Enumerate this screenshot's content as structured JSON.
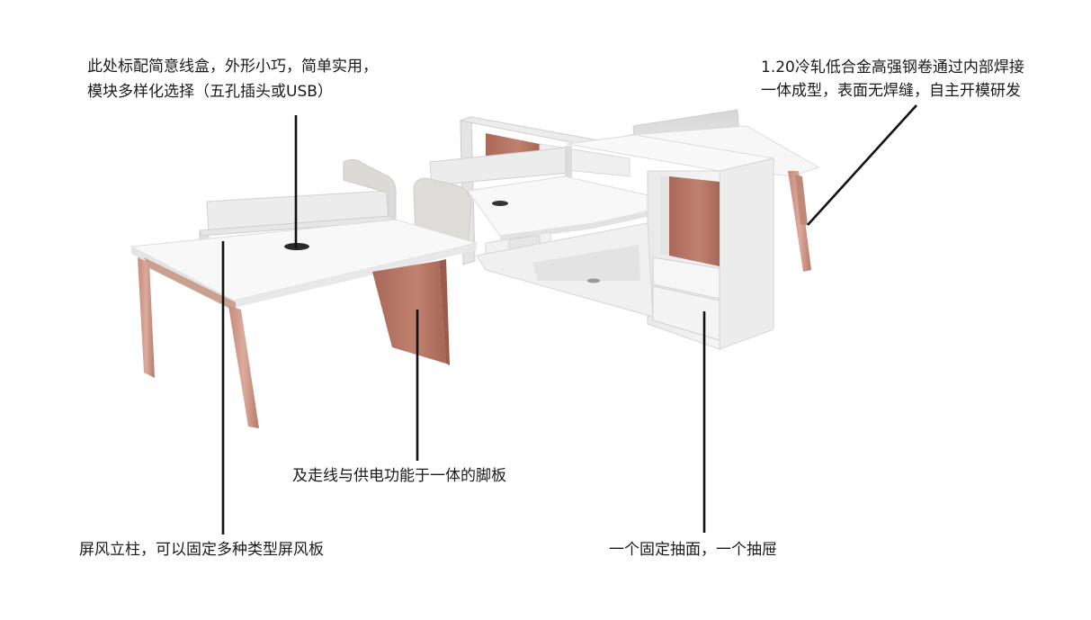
{
  "annotations": {
    "cable_box": {
      "lines": [
        "此处标配简意线盒，外形小巧，简单实用，",
        "模块多样化选择（五孔插头或USB）"
      ]
    },
    "steel": {
      "lines": [
        "1.20冷轧低合金高强钢卷通过内部焊接",
        "一体成型，表面无焊缝，自主开模研发"
      ]
    },
    "baseboard": {
      "lines": [
        "及走线与供电功能于一体的脚板"
      ]
    },
    "screen_post": {
      "lines": [
        "屏风立柱，可以固定多种类型屏风板"
      ]
    },
    "drawers": {
      "lines": [
        "一个固定抽面，一个抽屉"
      ]
    }
  },
  "colors": {
    "desktop": "#f7f7f7",
    "desk_edge": "#d9d9d9",
    "leg": "#d4a192",
    "leg_dark": "#b98475",
    "panel_copper": "#b97765",
    "screen_gray": "#dadada",
    "glass": "#eeeeee",
    "line": "#111111"
  }
}
